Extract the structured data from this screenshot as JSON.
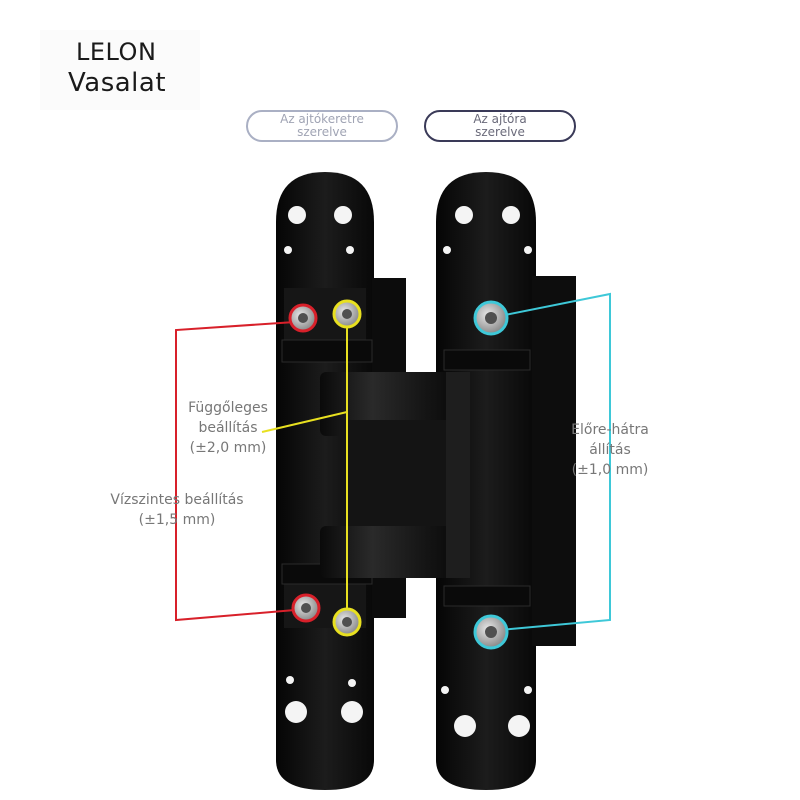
{
  "brand": {
    "line1": "LELON",
    "line2": "Vasalat"
  },
  "badges": {
    "frame_line1": "Az ajtókeretre",
    "frame_line2": "szerelve",
    "door_line1": "Az ajtóra",
    "door_line2": "szerelve"
  },
  "labels": {
    "vertical_1": "Függőleges",
    "vertical_2": "beállítás",
    "vertical_3": "(±2,0 mm)",
    "horizontal_1": "Vízszintes beállítás",
    "horizontal_2": "(±1,5 mm)",
    "frontback_1": "Előre-hátra",
    "frontback_2": "állítás",
    "frontback_3": "(±1,0 mm)"
  },
  "colors": {
    "horizontal_accent": "#d8202a",
    "vertical_accent": "#e8e020",
    "frontback_accent": "#3ec8d8",
    "hinge_body": "#111111"
  }
}
